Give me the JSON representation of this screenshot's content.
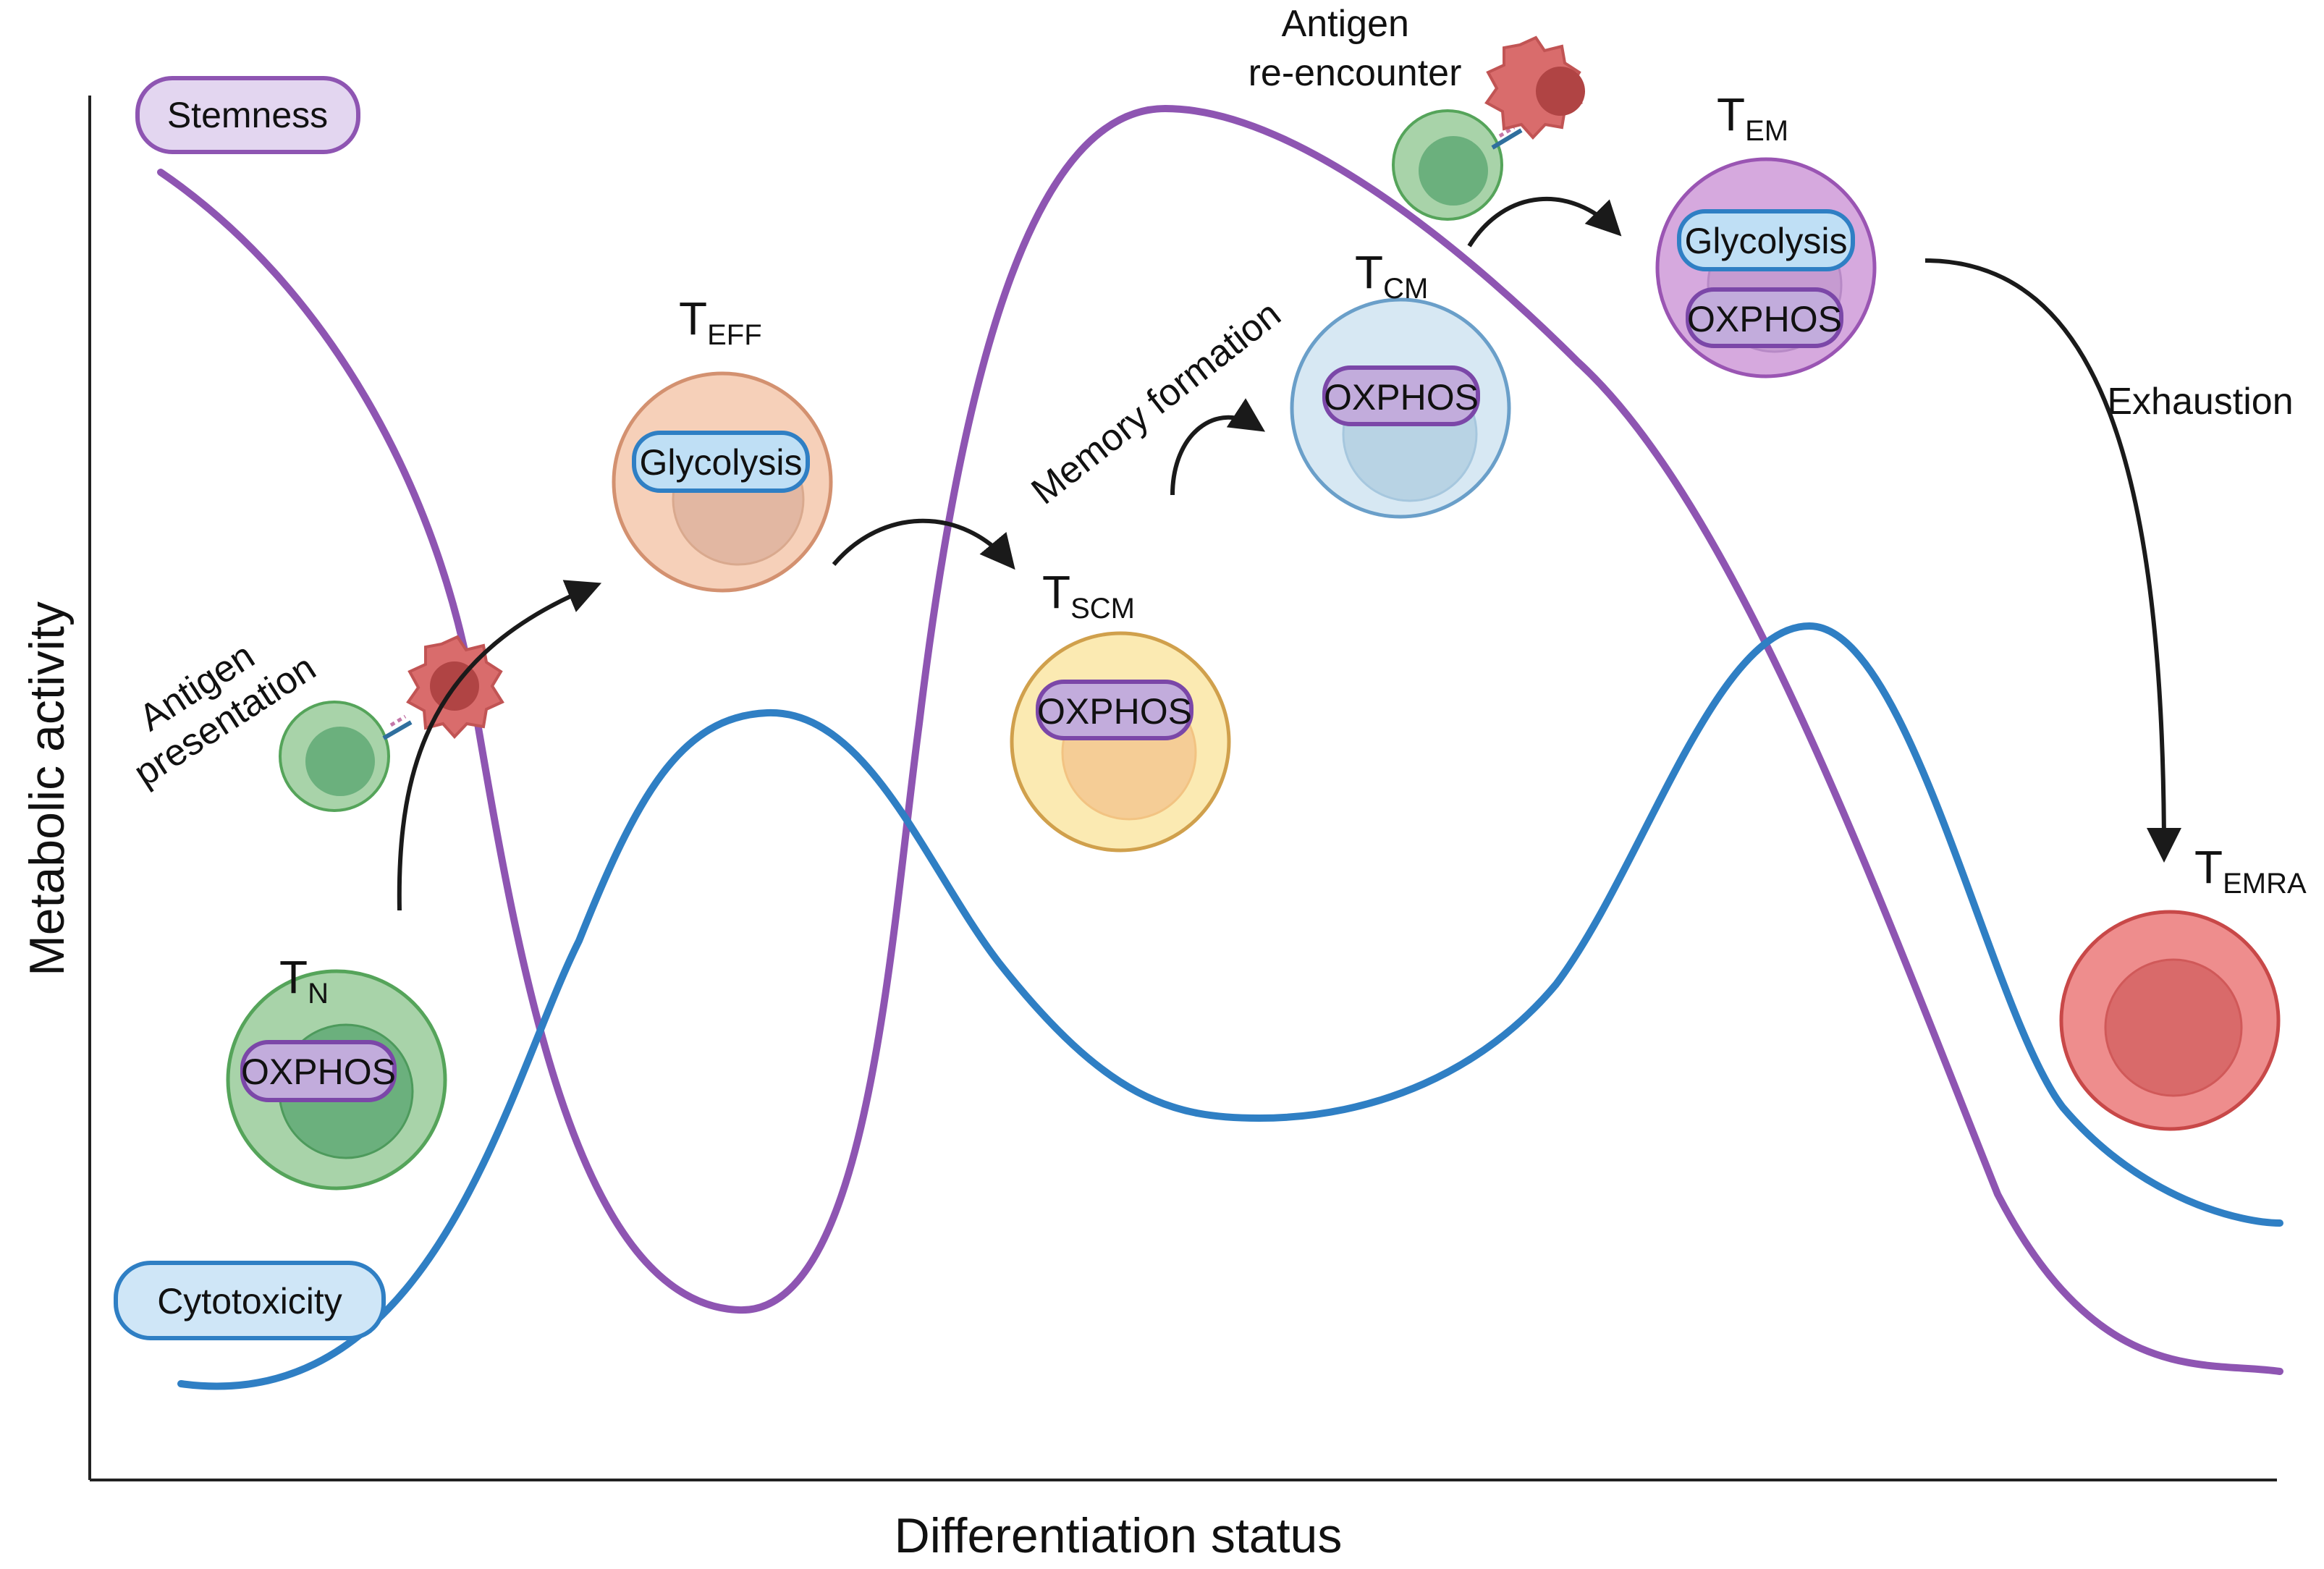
{
  "axes": {
    "x_title": "Differentiation status",
    "y_title": "Metabolic activity"
  },
  "legend": {
    "stemness": "Stemness",
    "cytotoxicity": "Cytotoxicity"
  },
  "colors": {
    "stemness_curve": "#8e55b2",
    "cytotoxicity_curve": "#2f7fc4",
    "arrow": "#1a1a1a",
    "oxphos_fill": "#c2acdc",
    "oxphos_stroke": "#7b47a8",
    "glycolysis_fill": "#bfdff5",
    "glycolysis_stroke": "#2f7fc4"
  },
  "cells": {
    "tn": {
      "main": "T",
      "sub": "N",
      "pathways": [
        "OXPHOS"
      ]
    },
    "teff": {
      "main": "T",
      "sub": "EFF",
      "pathways": [
        "Glycolysis"
      ]
    },
    "tscm": {
      "main": "T",
      "sub": "SCM",
      "pathways": [
        "OXPHOS"
      ]
    },
    "tcm": {
      "main": "T",
      "sub": "CM",
      "pathways": [
        "OXPHOS"
      ]
    },
    "tem": {
      "main": "T",
      "sub": "EM",
      "pathways": [
        "Glycolysis",
        "OXPHOS"
      ]
    },
    "temra": {
      "main": "T",
      "sub": "EMRA",
      "pathways": []
    }
  },
  "annotations": {
    "antigen_presentation": [
      "Antigen",
      "presentation"
    ],
    "memory_formation": "Memory formation",
    "antigen_reencounter": [
      "Antigen",
      "re-encounter"
    ],
    "exhaustion": "Exhaustion"
  }
}
